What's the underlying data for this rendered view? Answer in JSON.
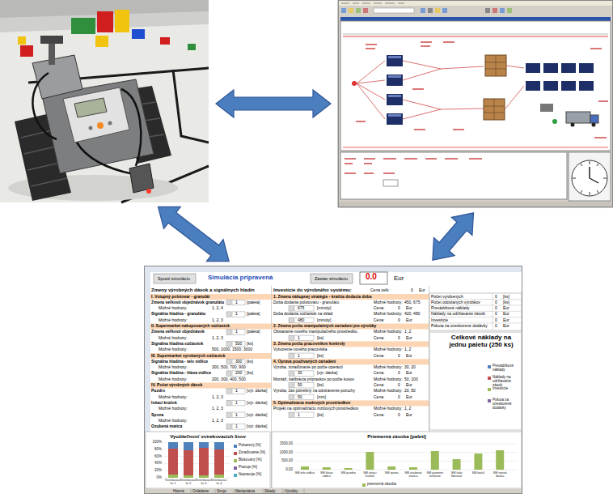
{
  "diagram": {
    "nodes": [
      {
        "text": []
      },
      {
        "text": []
      },
      {
        "text": []
      }
    ],
    "edges": [
      {
        "from": 0,
        "to": 1,
        "arrow": "both"
      },
      {
        "from": 0,
        "to": 2,
        "arrow": "both"
      },
      {
        "from": 1,
        "to": 2,
        "arrow": "both"
      }
    ],
    "labels": [
      "Spusti simuláciu",
      "Simulácia pripravená",
      "Zastav simuláciu",
      "0.0",
      "Eur",
      "Zmeny výrobných dávok a signálnych hladín",
      "Investície do výrobného systému:",
      "Cena celk:",
      "0",
      "Eur",
      "I. Vstupný polotovar - granulát",
      "Zmena veľkosti objednávok granulátu",
      "1",
      "[paleta]",
      "Možné hodnoty:",
      "1, 2, 4",
      "Signálna hladina - granulátu",
      "1",
      "[paleta]",
      "Možné hodnoty:",
      "1, 2, 3",
      "II. Supermarket nakupovaných súčiastok",
      "Zmena veľkosti objednávok",
      "1",
      "[paleta]",
      "Možné hodnoty:",
      "1, 2, 3",
      "Signálna hladina súčiastok",
      "500",
      "[ks]",
      "Možné hodnoty:",
      "500, 1000, 1500, 3000",
      "III. Supermarket vyrobených súčiastok",
      "Signálna hladina - telo vidlice",
      "300",
      "[ks]",
      "Možné hodnoty:",
      "300, 500, 700, 900",
      "Signálna hladina - hlava vidlice",
      "200",
      "[ks]",
      "Možné hodnoty:",
      "200, 300, 400, 500",
      "IV. Počet výrobných dávok",
      "Puzdro",
      "1",
      "[výr. dávka]",
      "Možné hodnoty:",
      "1, 2, 3",
      "Istiaci krúžok",
      "1",
      "[výr. dávka]",
      "Možné hodnoty:",
      "1, 2, 3",
      "Spona",
      "1",
      "[výr. dávka]",
      "Možné hodnoty:",
      "1, 2, 3",
      "Ozubená matica",
      "1",
      "[výr. dávka]",
      "1. Zmena nákupnej stratégie - kratšia dodacia doba",
      "Doba dodania polotovaru - granulátu",
      "Možné hodnoty:",
      "450, 675",
      "675",
      "[minúty]",
      "Cena:",
      "0",
      "Eur",
      "Doba dodania súčiastok na sklad",
      "Možné hodnoty:",
      "420, 480",
      "480",
      "[minúty]",
      "Cena:",
      "0",
      "Eur",
      "2. Zmena počtu manipulačných zariadení pre výrobky",
      "Obstaranie nového manipulačného prostriedku",
      "Možné hodnoty:",
      "1, 2",
      "1",
      "[ks]",
      "Cena:",
      "0",
      "Eur",
      "3. Zmena počtu pracovníkov kontroly",
      "Vytvorenie nového pracoviska",
      "Možné hodnoty:",
      "1, 2",
      "1",
      "[ks]",
      "Cena:",
      "0",
      "Eur",
      "4. Úprava používaných zariadení",
      "Výroba, zoraďovanie po počte operácií",
      "Možné hodnoty:",
      "30, 20",
      "30",
      "[výr. dávka]",
      "Cena:",
      "0",
      "Eur",
      "Montáž, kalibrácia prípravkov po počte kusov",
      "Možné hodnoty:",
      "50, 100",
      "50",
      "[ks]",
      "Cena:",
      "0",
      "Eur",
      "Výroba, čas potrebný na odstránenie poruchy",
      "Možné hodnoty:",
      "20, 50",
      "50",
      "[min]",
      "Cena:",
      "0",
      "Eur",
      "5. Optimalizácia mzdových prostriedkov",
      "Projekt na optimalizáciu mzdových prostriedkov",
      "Možné hodnoty:",
      "1, 2",
      "1",
      "[ks]",
      "Cena:",
      "0",
      "Eur",
      "Počet vyrobených",
      "0",
      "[ks]",
      "Počet odoslaných výrobkov",
      "0",
      "[ks]",
      "Prevádzkové náklady",
      "0",
      "Eur",
      "Náklady na udržiavanie zásob",
      "0",
      "Eur",
      "Investície",
      "0",
      "Eur",
      "Pokuta za oneskorené dodávky",
      "0",
      "Eur",
      "Celkové náklady na jednu paletu (250 ks)",
      "Využiteľnosť vstrekovacích lisov",
      "100%",
      "80%",
      "60%",
      "40%",
      "20%",
      "0%",
      "Vstrekovací lis 1",
      "Vstrekovací lis 2",
      "Vstrekovací lis 3",
      "Vstrekovací lis 4",
      "Priemerná zásoba [paletí]",
      "1500,00",
      "1000,00",
      "500,00",
      "0,00",
      "SM telo vidlice",
      "SM hlava vidlice",
      "SM puzdro",
      "SM istiaci krúžok",
      "SM spona",
      "SM ozubená matica",
      "SM gumené tesnenie",
      "SM kolo fiberové",
      "SM kotúč",
      "SM nosná doska",
      "Hlavné",
      "Ovládanie",
      "Stroje",
      "Manipulácia",
      "Sklady",
      "Výrobky"
    ],
    "legend": [
      {
        "text": "Prevádzkové náklady",
        "color": "#4f81bd"
      },
      {
        "text": "Náklady na udržiavanie zásob",
        "color": "#c0504d"
      },
      {
        "text": "Investície",
        "color": "#9bbb59"
      },
      {
        "text": "Pokuta za oneskorené dodávky",
        "color": "#8064a2"
      },
      {
        "text": "Pokazený [%]",
        "color": "#4f81bd"
      },
      {
        "text": "Zoraďovanie [%]",
        "color": "#c0504d"
      },
      {
        "text": "Blokovaný [%]",
        "color": "#9bbb59"
      },
      {
        "text": "Pracuje [%]",
        "color": "#8064a2"
      },
      {
        "text": "Nepracuje [%]",
        "color": "#4bacc6"
      },
      {
        "text": "priemerná zásoba",
        "color": "#9bbb59"
      }
    ]
  }
}
